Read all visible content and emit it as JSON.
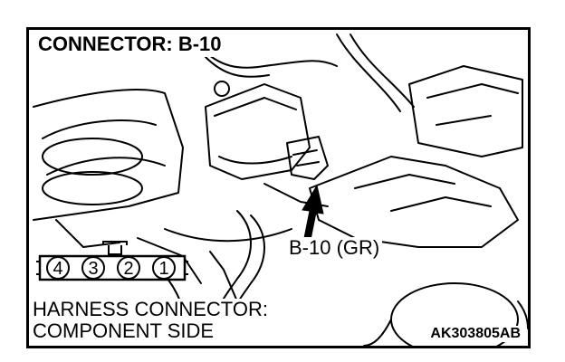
{
  "title": "CONNECTOR: B-10",
  "callout_label": "B-10 (GR)",
  "harness_label": {
    "line1": "HARNESS CONNECTOR:",
    "line2": "COMPONENT SIDE"
  },
  "connector_pins": [
    "4",
    "3",
    "2",
    "1"
  ],
  "figure_id": "AK303805AB"
}
